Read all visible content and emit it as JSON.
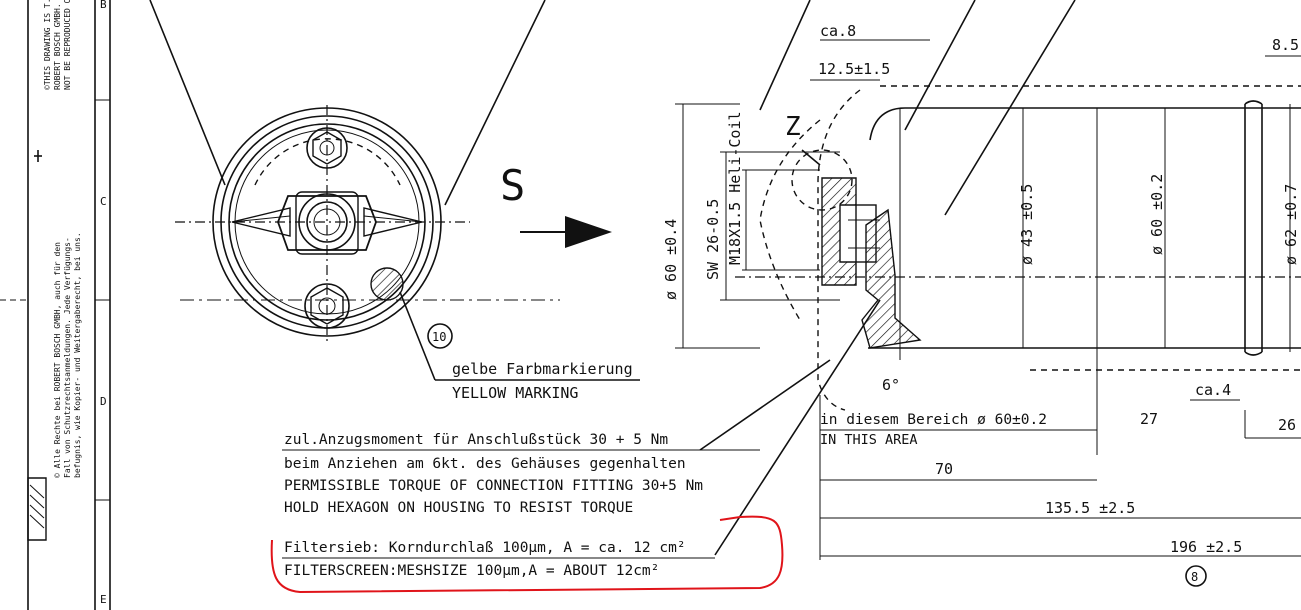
{
  "border": {
    "row_labels": [
      "B",
      "C",
      "D",
      "E"
    ],
    "copyright_top": [
      "©THIS DRAWING IS T...",
      "ROBERT BOSCH GMBH. W...",
      "NOT BE REPRODUCED OR..."
    ],
    "copyright_side": [
      "© Alle Rechte bei ROBERT BOSCH GMBH, auch für den",
      "Fall von Schutzrechtsanmeldungen. Jede Verfügungs-",
      "befugnis, wie Kopier- und Weitergaberecht, bei uns."
    ]
  },
  "front_view": {
    "view_arrow_label": "S",
    "item_number": "10",
    "marking_de": "gelbe Farbmarkierung",
    "marking_en": "YELLOW MARKING"
  },
  "notes": {
    "torque_de_1": "zul.Anzugsmoment für Anschlußstück 30 + 5 Nm",
    "torque_de_2": "beim Anziehen am 6kt. des Gehäuses gegenhalten",
    "torque_en_1": "PERMISSIBLE TORQUE OF CONNECTION FITTING 30+5 Nm",
    "torque_en_2": "HOLD HEXAGON ON HOUSING TO RESIST TORQUE",
    "filter_de": "Filtersieb: Korndurchlaß 100µm, A = ca. 12 cm²",
    "filter_en": "FILTERSCREEN:MESHSIZE 100µm,A = ABOUT 12cm²"
  },
  "section_view": {
    "detail_label": "Z",
    "dims": {
      "ca8": "ca.8",
      "d12_5": "12.5±1.5",
      "d8_5": "8.5",
      "dia60_left": "ø 60 ±0.4",
      "sw26": "SW 26-0.5",
      "thread": "M18X1.5 Heli-Coil",
      "dia43": "ø 43 ±0.5",
      "dia60_mid": "ø 60 ±0.2",
      "dia62": "ø 62 ±0.7",
      "angle6": "6°",
      "ca4": "ca.4",
      "d27": "27",
      "d26": "26",
      "d70": "70",
      "d135_5": "135.5 ±2.5",
      "d196": "196 ±2.5",
      "item_number": "8"
    },
    "area_de": "in diesem Bereich  ø 60±0.2",
    "area_en": "IN THIS AREA"
  },
  "annotation": {
    "highlight_color": "#e0141a"
  }
}
